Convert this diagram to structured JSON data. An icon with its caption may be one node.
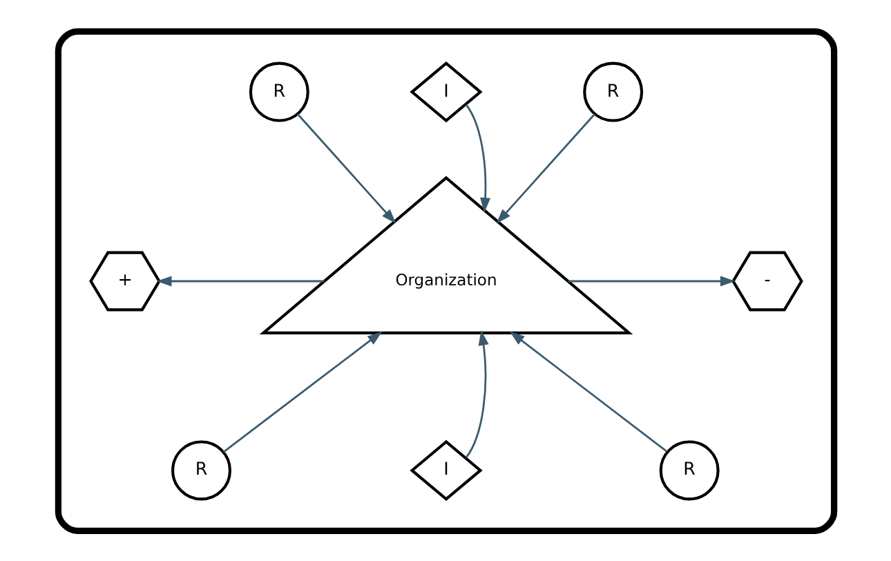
{
  "diagram": {
    "nodes": [
      {
        "text": [],
        "shape": "box"
      },
      {
        "text": [
          "R"
        ],
        "in": 0
      },
      {
        "text": [
          "I"
        ],
        "in": 0
      },
      {
        "text": [
          "R"
        ],
        "in": 0
      },
      {
        "text": [
          "+"
        ],
        "in": 0
      },
      {
        "text": [
          "Organization"
        ],
        "in": 0
      },
      {
        "text": [
          "-"
        ],
        "in": 0
      },
      {
        "text": [
          "R"
        ],
        "in": 0
      },
      {
        "text": [
          "I"
        ],
        "in": 0
      },
      {
        "text": [
          "R"
        ],
        "in": 0
      }
    ],
    "edges": [
      {
        "from": 1,
        "to": 5,
        "arrow": "to"
      },
      {
        "from": 2,
        "to": 5,
        "arrow": "to"
      },
      {
        "from": 3,
        "to": 5,
        "arrow": "to"
      },
      {
        "from": 5,
        "to": 4,
        "arrow": "to"
      },
      {
        "from": 5,
        "to": 6,
        "arrow": "to"
      },
      {
        "from": 7,
        "to": 5,
        "arrow": "to"
      },
      {
        "from": 8,
        "to": 5,
        "arrow": "to"
      },
      {
        "from": 9,
        "to": 5,
        "arrow": "to"
      }
    ]
  }
}
